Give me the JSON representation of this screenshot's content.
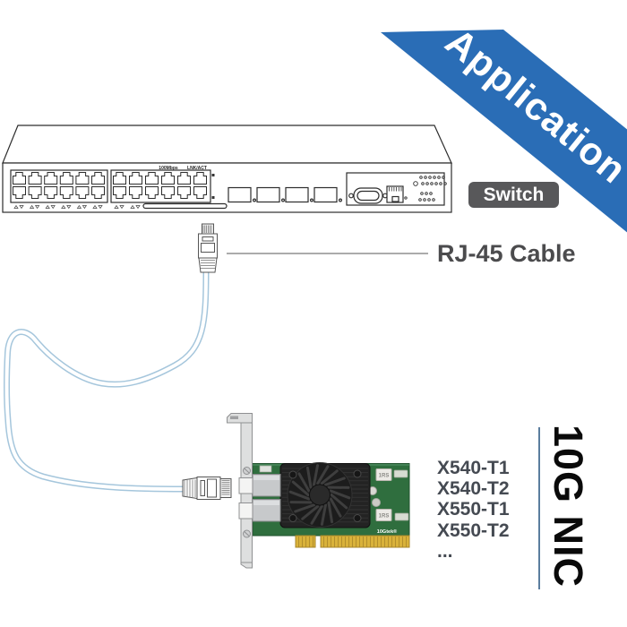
{
  "ribbon": {
    "label": "Application"
  },
  "badges": {
    "switch": "Switch"
  },
  "labels": {
    "cable": "RJ-45 Cable"
  },
  "switch_panel": {
    "speed_label": "100Mbps",
    "link_label": "LNK/ACT"
  },
  "nic": {
    "models": [
      "X540-T1",
      "X540-T2",
      "X550-T1",
      "X550-T2",
      "..."
    ],
    "vertical_label": "10G NIC",
    "chip_label": "1RS",
    "brand": "10Gtek®"
  },
  "colors": {
    "ribbon_blue": "#2a6db6",
    "badge_gray": "#58585a",
    "cable_blue": "#a5c6dc",
    "pcb_green": "#2f6e3e",
    "gold": "#d9b23a",
    "divider_blue_gray": "#5b7d9e"
  }
}
